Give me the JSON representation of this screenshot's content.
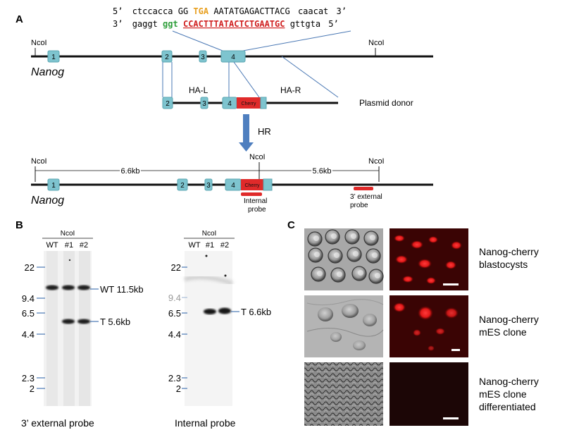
{
  "panel_a": {
    "label": "A",
    "seq_top": {
      "prime5": "5’",
      "pre": "ctccacca",
      "gg": "GG",
      "stop": "TGA",
      "rest": "AATATGAGACTTACG",
      "post": "caacat",
      "prime3": "3’"
    },
    "seq_bottom": {
      "prime3": "3’",
      "pre": "gaggt",
      "pam": "ggt",
      "guide": "CCACTTTATACTCTGAATGC",
      "post": "gttgta",
      "prime5": "5’"
    },
    "ncoi": "NcoI",
    "gene": "Nanog",
    "exons": [
      "1",
      "2",
      "3",
      "4"
    ],
    "ha_left": "HA-L",
    "ha_right": "HA-R",
    "cherry": "Cherry",
    "plasmid": "Plasmid donor",
    "hr": "HR",
    "size_left": "6.6kb",
    "size_right": "5.6kb",
    "internal_probe": [
      "Internal",
      "probe"
    ],
    "external_probe": [
      "3’ external",
      "probe"
    ],
    "colors": {
      "exon": "#7ec4cf",
      "cherry": "#e02a2a",
      "arrow": "#4f7fbf",
      "orange": "#e8a020",
      "green": "#2e9e3a",
      "red_text": "#d02020",
      "blue_line": "#4a78b4"
    }
  },
  "panel_b": {
    "label": "B",
    "blots": [
      {
        "header": "NcoI",
        "lanes": [
          "WT",
          "#1",
          "#2"
        ],
        "markers": [
          "22",
          "9.4",
          "6.5",
          "4.4",
          "2.3",
          "2"
        ],
        "bands": [
          "WT 11.5kb",
          "T 5.6kb"
        ],
        "caption": "3’ external probe"
      },
      {
        "header": "NcoI",
        "lanes": [
          "WT",
          "#1",
          "#2"
        ],
        "markers": [
          "22",
          "9.4",
          "6.5",
          "4.4",
          "2.3",
          "2"
        ],
        "bands": [
          "T 6.6kb"
        ],
        "caption": "Internal probe"
      }
    ]
  },
  "panel_c": {
    "label": "C",
    "rows": [
      {
        "lines": [
          "Nanog-cherry",
          "blastocysts"
        ]
      },
      {
        "lines": [
          "Nanog-cherry",
          "mES clone"
        ]
      },
      {
        "lines": [
          "Nanog-cherry",
          "mES clone",
          "differentiated"
        ]
      }
    ]
  }
}
